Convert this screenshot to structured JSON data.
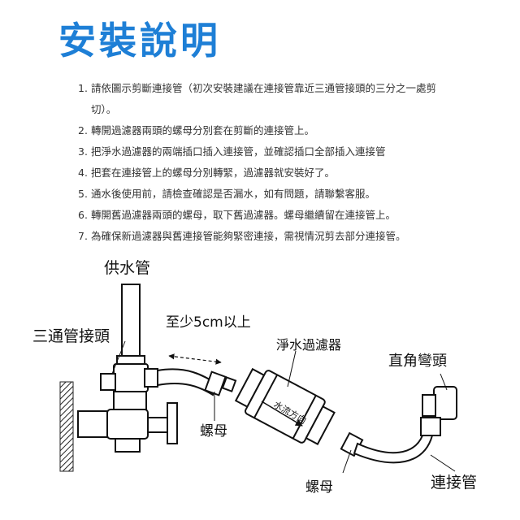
{
  "title": "安裝說明",
  "steps": [
    {
      "num": "1.",
      "text": "請依圖示剪斷連接管（初次安裝建議在連接管靠近三通管接頭的三分之一處剪切）。"
    },
    {
      "num": "2.",
      "text": "轉開過濾器兩頭的螺母分別套在剪斷的連接管上。"
    },
    {
      "num": "3.",
      "text": "把淨水過濾器的兩端插口插入連接管，並確認插口全部插入連接管"
    },
    {
      "num": "4.",
      "text": "把套在連接管上的螺母分別轉緊，過濾器就安裝好了。"
    },
    {
      "num": "5.",
      "text": "通水後使用前，請檢查確認是否漏水，如有問題，請聯繫客服。"
    },
    {
      "num": "6.",
      "text": "轉開舊過濾器兩頭的螺母，取下舊過濾器。螺母繼續留在連接管上。"
    },
    {
      "num": "7.",
      "text": "為確保新過濾器與舊連接管能夠緊密連接，需視情況剪去部分連接管。"
    }
  ],
  "diagram": {
    "supply_pipe": "供水管",
    "tee_connector": "三通管接頭",
    "min_distance": "至少5cm以上",
    "filter": "淨水過濾器",
    "flow_direction": "水流方向",
    "elbow": "直角彎頭",
    "nut_left": "螺母",
    "nut_right": "螺母",
    "connect_pipe": "連接管"
  }
}
